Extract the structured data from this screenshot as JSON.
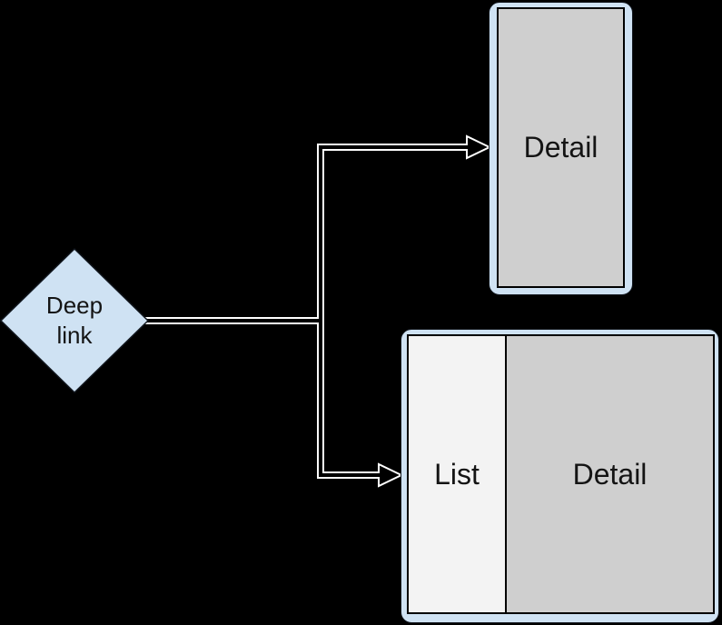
{
  "canvas": {
    "background": "#000000"
  },
  "diagram": {
    "node_deep_link": {
      "shape": "diamond",
      "label_line1": "Deep",
      "label_line2": "link",
      "fill": "#cfe2f3",
      "border": "#000000",
      "text_color": "#141414"
    },
    "phone_mock": {
      "label": "Detail",
      "frame_fill": "#cfe2f3",
      "screen_fill": "#cfcfcf",
      "border": "#000000"
    },
    "tablet_mock": {
      "list_label": "List",
      "detail_label": "Detail",
      "frame_fill": "#cfe2f3",
      "list_fill": "#f3f3f3",
      "detail_fill": "#cfcfcf",
      "border": "#000000"
    },
    "connectors": {
      "style": "orthogonal, black core with white casing, hollow arrowheads",
      "core_color": "#000000",
      "casing_color": "#ffffff",
      "targets": [
        "phone_mock",
        "tablet_mock"
      ]
    }
  }
}
